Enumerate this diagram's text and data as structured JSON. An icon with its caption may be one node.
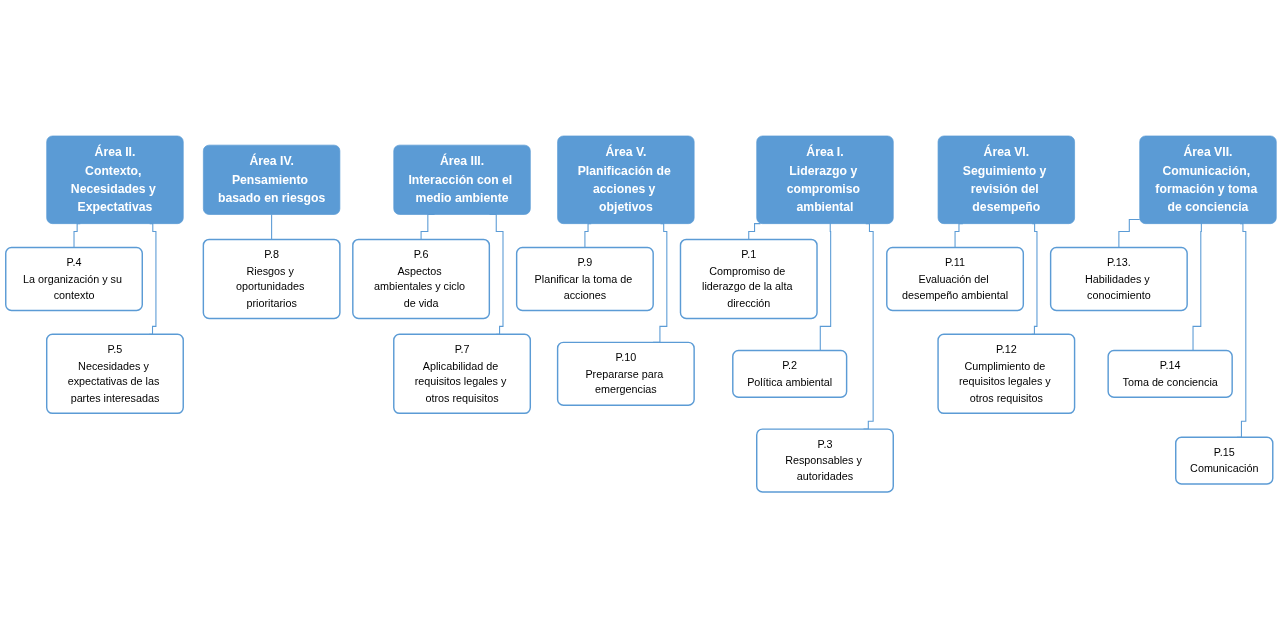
{
  "diagram": {
    "nodes": [
      {
        "text": [
          "Área I.",
          "Liderazgo y compromiso ambiental"
        ]
      },
      {
        "text": [
          "Área II.",
          "Contexto, Necesidades y Expectativas"
        ]
      },
      {
        "text": [
          "Área III.",
          "Interacción con el medio ambiente"
        ]
      },
      {
        "text": [
          "Área IV.",
          "Pensamiento basado en riesgos"
        ]
      },
      {
        "text": [
          "Área V.",
          "Planificación de acciones y objetivos"
        ]
      },
      {
        "text": [
          "Área VI.",
          "Seguimiento y revisión del desempeño"
        ]
      },
      {
        "text": [
          "Área VII.",
          "Comunicación, formación y toma de conciencia"
        ]
      },
      {
        "text": [
          "P.1",
          "Compromiso de liderazgo de la alta dirección"
        ]
      },
      {
        "text": [
          "P.2",
          "Política ambiental"
        ]
      },
      {
        "text": [
          "P.3",
          "Responsables y autoridades"
        ]
      },
      {
        "text": [
          "P.4",
          "La organización y su contexto"
        ]
      },
      {
        "text": [
          "P.5",
          "Necesidades y expectativas de las partes interesadas"
        ]
      },
      {
        "text": [
          "P.6",
          "Aspectos ambientales y ciclo de vida"
        ]
      },
      {
        "text": [
          "P.7",
          "Aplicabilidad de requisitos legales y otros requisitos"
        ]
      },
      {
        "text": [
          "P.8",
          "Riesgos y oportunidades prioritarios"
        ]
      },
      {
        "text": [
          "P.9",
          "Planificar la toma de acciones"
        ]
      },
      {
        "text": [
          "P.10",
          "Prepararse para emergencias"
        ]
      },
      {
        "text": [
          "P.11",
          "Evaluación del desempeño ambiental"
        ]
      },
      {
        "text": [
          "P.12",
          "Cumplimiento de requisitos legales y otros requisitos"
        ]
      },
      {
        "text": [
          "P.13.",
          "Habilidades y conocimiento"
        ]
      },
      {
        "text": [
          "P.14",
          "Toma de conciencia"
        ]
      },
      {
        "text": [
          "P.15",
          "Comunicación"
        ]
      }
    ],
    "edges": [
      {
        "from": 0,
        "to": 7,
        "arrow": "none"
      },
      {
        "from": 0,
        "to": 8,
        "arrow": "none"
      },
      {
        "from": 0,
        "to": 9,
        "arrow": "none"
      },
      {
        "from": 1,
        "to": 10,
        "arrow": "none"
      },
      {
        "from": 1,
        "to": 11,
        "arrow": "none"
      },
      {
        "from": 2,
        "to": 12,
        "arrow": "none"
      },
      {
        "from": 2,
        "to": 13,
        "arrow": "none"
      },
      {
        "from": 3,
        "to": 14,
        "arrow": "none"
      },
      {
        "from": 4,
        "to": 15,
        "arrow": "none"
      },
      {
        "from": 4,
        "to": 16,
        "arrow": "none"
      },
      {
        "from": 5,
        "to": 17,
        "arrow": "none"
      },
      {
        "from": 5,
        "to": 18,
        "arrow": "none"
      },
      {
        "from": 6,
        "to": 19,
        "arrow": "none"
      },
      {
        "from": 6,
        "to": 20,
        "arrow": "none"
      },
      {
        "from": 6,
        "to": 21,
        "arrow": "none"
      }
    ]
  }
}
